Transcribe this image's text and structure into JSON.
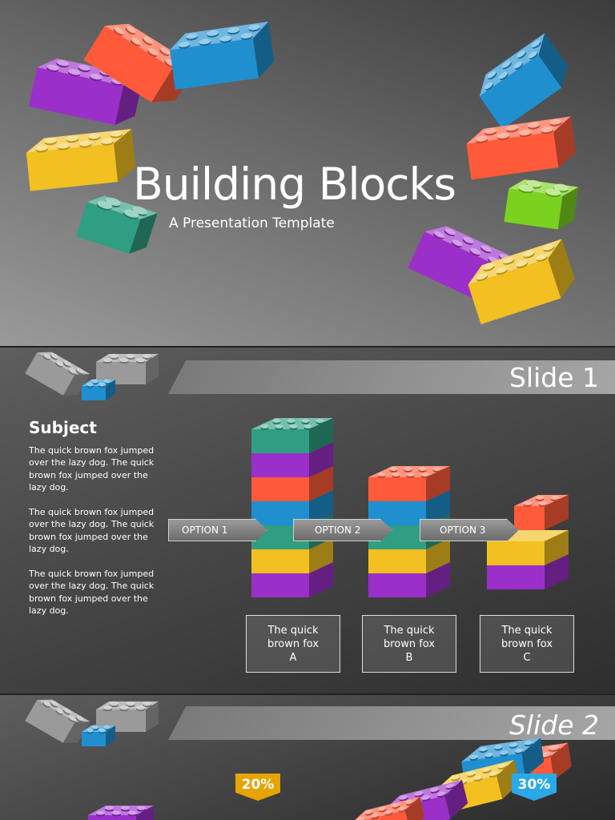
{
  "title_slide": {
    "title": "Building Blocks",
    "subtitle": "A Presentation Template"
  },
  "slide1": {
    "label": "Slide 1",
    "subject": "Subject",
    "paragraphs": [
      "The quick brown fox jumped over the lazy dog. The quick brown fox jumped over the lazy dog.",
      "The quick brown fox jumped over the lazy dog. The quick brown fox jumped over the lazy dog.",
      "The quick brown fox jumped over the lazy dog. The quick brown fox jumped over the lazy dog."
    ],
    "options": [
      "OPTION 1",
      "OPTION 2",
      "OPTION 3"
    ],
    "captions": [
      {
        "line1": "The quick",
        "line2": "brown fox",
        "line3": "A"
      },
      {
        "line1": "The quick",
        "line2": "brown fox",
        "line3": "B"
      },
      {
        "line1": "The quick",
        "line2": "brown fox",
        "line3": "C"
      }
    ]
  },
  "slide2": {
    "label": "Slide 2",
    "percent_left": "20%",
    "percent_right": "30%"
  },
  "colors": {
    "purple": "#9b2fc9",
    "red": "#ff5a3a",
    "blue": "#1f8fd0",
    "yellow": "#f2c020",
    "teal": "#2f9e82",
    "green": "#7ad21e",
    "gray": "#9a9a9a",
    "gold_badge": "#e6a400",
    "blue_badge": "#2aa8e8"
  }
}
